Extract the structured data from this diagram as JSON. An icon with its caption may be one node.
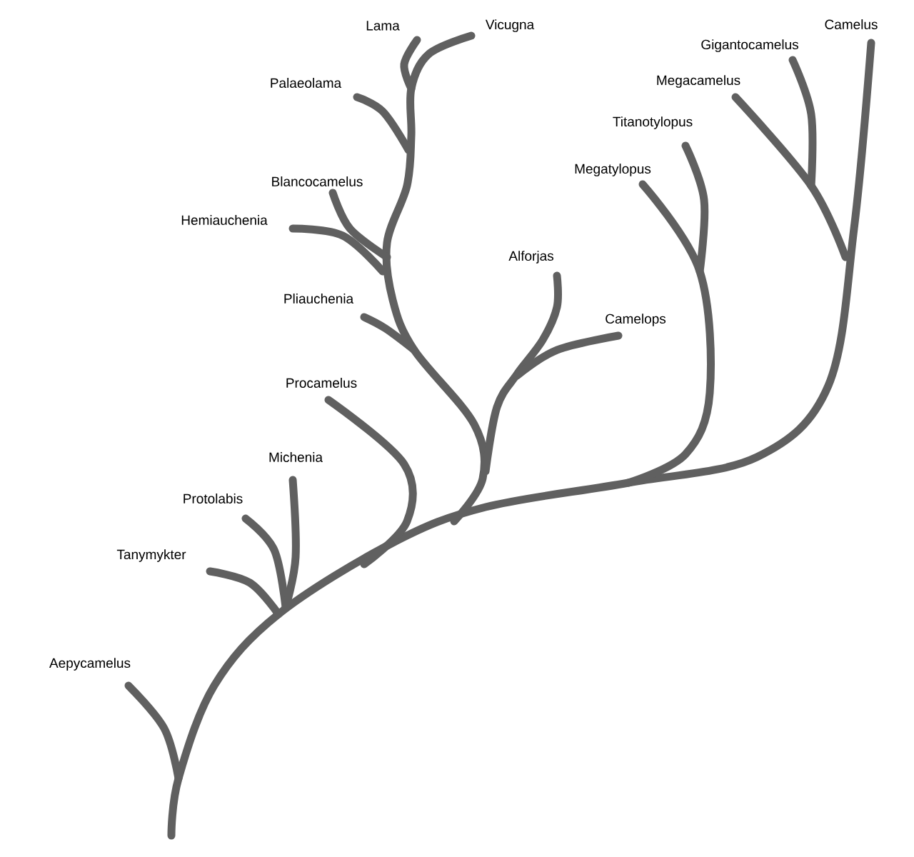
{
  "diagram": {
    "labels": [
      "Lama",
      "Vicugna",
      "Camelus",
      "Gigantocamelus",
      "Palaeolama",
      "Megacamelus",
      "Titanotylopus",
      "Megatylopus",
      "Blancocamelus",
      "Hemiauchenia",
      "Alforjas",
      "Pliauchenia",
      "Camelops",
      "Procamelus",
      "Michenia",
      "Protolabis",
      "Tanymykter",
      "Aepycamelus"
    ]
  }
}
